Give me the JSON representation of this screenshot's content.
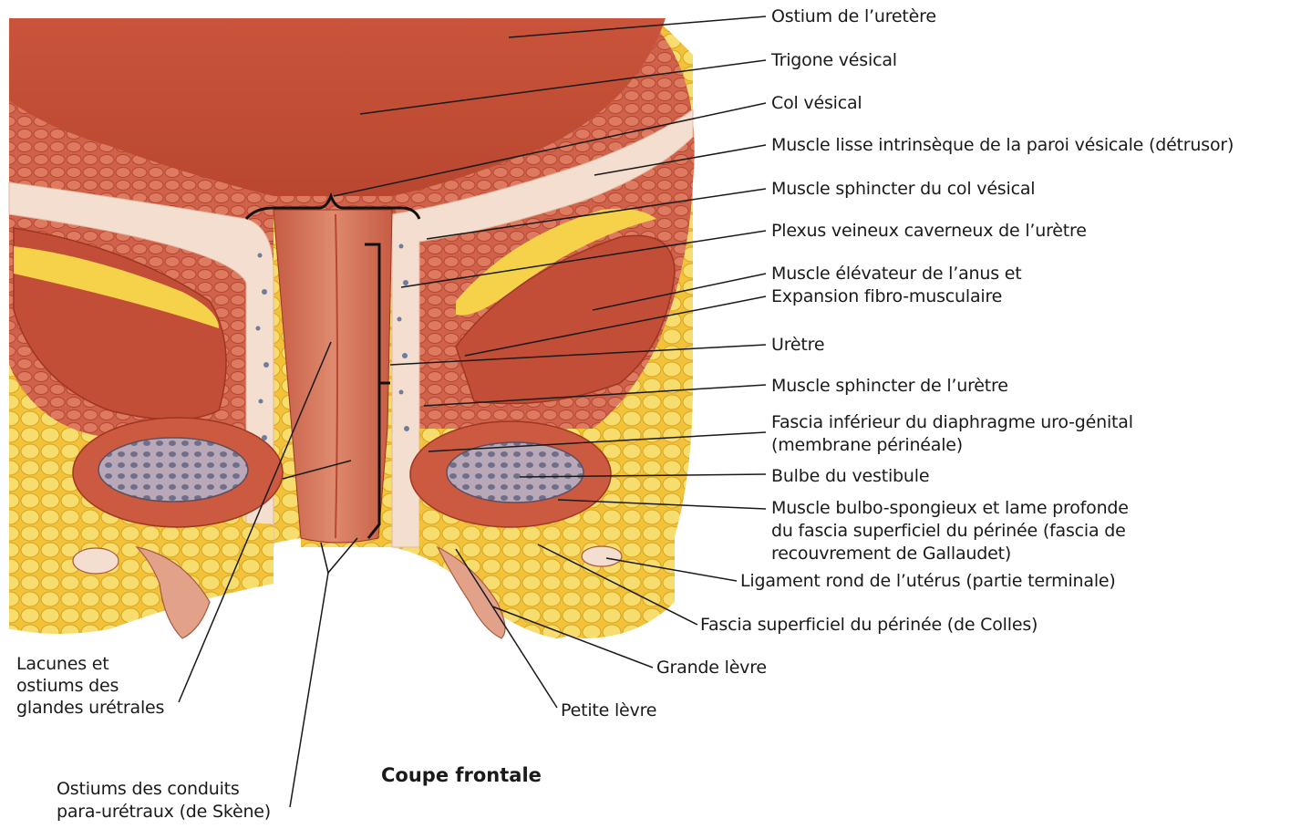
{
  "title": "Coupe frontale",
  "labels": {
    "ostium_ureter": "Ostium de l’uretère",
    "trigone": "Trigone vésical",
    "col": "Col vésical",
    "detrusor": "Muscle lisse intrinsèque de la paroi vésicale (détrusor)",
    "sphincter_col": "Muscle sphincter du col vésical",
    "plexus": "Plexus veineux caverneux de l’urètre",
    "levator_1": "Muscle élévateur de l’anus et",
    "levator_2": "Expansion fibro-musculaire",
    "uretre": "Urètre",
    "sphincter_uretre": "Muscle sphincter de l’urètre",
    "fascia_inf_1": "Fascia inférieur du diaphragme uro-génital",
    "fascia_inf_2": "(membrane périnéale)",
    "bulbe": "Bulbe du vestibule",
    "bulbo_1": "Muscle bulbo-spongieux et lame profonde",
    "bulbo_2": "du fascia superficiel du périnée (fascia de",
    "bulbo_3": "recouvrement de Gallaudet)",
    "ligament": "Ligament rond de l’utérus (partie terminale)",
    "colles": "Fascia superficiel du périnée (de Colles)",
    "grande": "Grande lèvre",
    "petite": "Petite lèvre",
    "lacunes_1": "Lacunes et",
    "lacunes_2": "ostiums des",
    "lacunes_3": "glandes urétrales",
    "skene_1": "Ostiums des conduits",
    "skene_2": "para-urétraux (de Skène)"
  },
  "colors": {
    "bladder": "#c8523a",
    "muscle": "#c95a3e",
    "muscle_light": "#e39a7c",
    "fascia": "#f1dcc8",
    "fat": "#f2c93c",
    "fat_light": "#f7e08a",
    "bulb": "#8f8fa8",
    "leader": "#1a1a1a"
  }
}
